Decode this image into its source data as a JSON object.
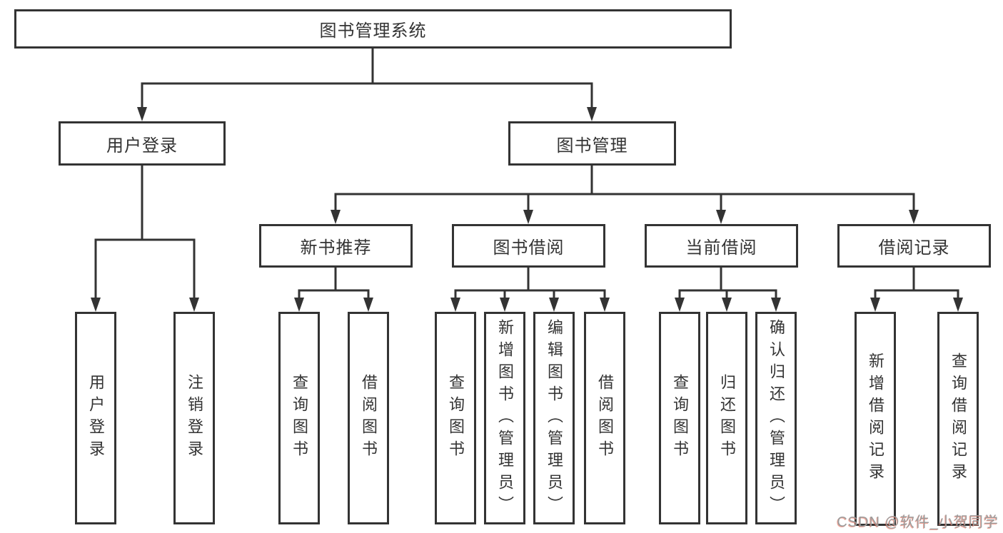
{
  "diagram_title": "图书管理系统",
  "watermark": "CSDN @软件_小贺同学",
  "colors": {
    "line": "#333333",
    "text": "#333333",
    "box_background": "#ffffff",
    "watermark_text": "#9c9c9c",
    "watermark_shadow": "#e85a42"
  },
  "tree": {
    "root": {
      "label": "图书管理系统"
    },
    "level2": [
      {
        "label": "用户登录"
      },
      {
        "label": "图书管理"
      }
    ],
    "level3": [
      {
        "label": "新书推荐"
      },
      {
        "label": "图书借阅"
      },
      {
        "label": "当前借阅"
      },
      {
        "label": "借阅记录"
      }
    ],
    "leaves": {
      "user_login": [
        {
          "label": "用户登录"
        },
        {
          "label": "注销登录"
        }
      ],
      "new_book_recommend": [
        {
          "label": "查询图书"
        },
        {
          "label": "借阅图书"
        }
      ],
      "book_borrow": [
        {
          "label": "查询图书"
        },
        {
          "label": "新增图书（管理员）"
        },
        {
          "label": "编辑图书（管理员）"
        },
        {
          "label": "借阅图书"
        }
      ],
      "current_borrow": [
        {
          "label": "查询图书"
        },
        {
          "label": "归还图书"
        },
        {
          "label": "确认归还（管理员）"
        }
      ],
      "borrow_records": [
        {
          "label": "新增借阅记录"
        },
        {
          "label": "查询借阅记录"
        }
      ]
    }
  }
}
